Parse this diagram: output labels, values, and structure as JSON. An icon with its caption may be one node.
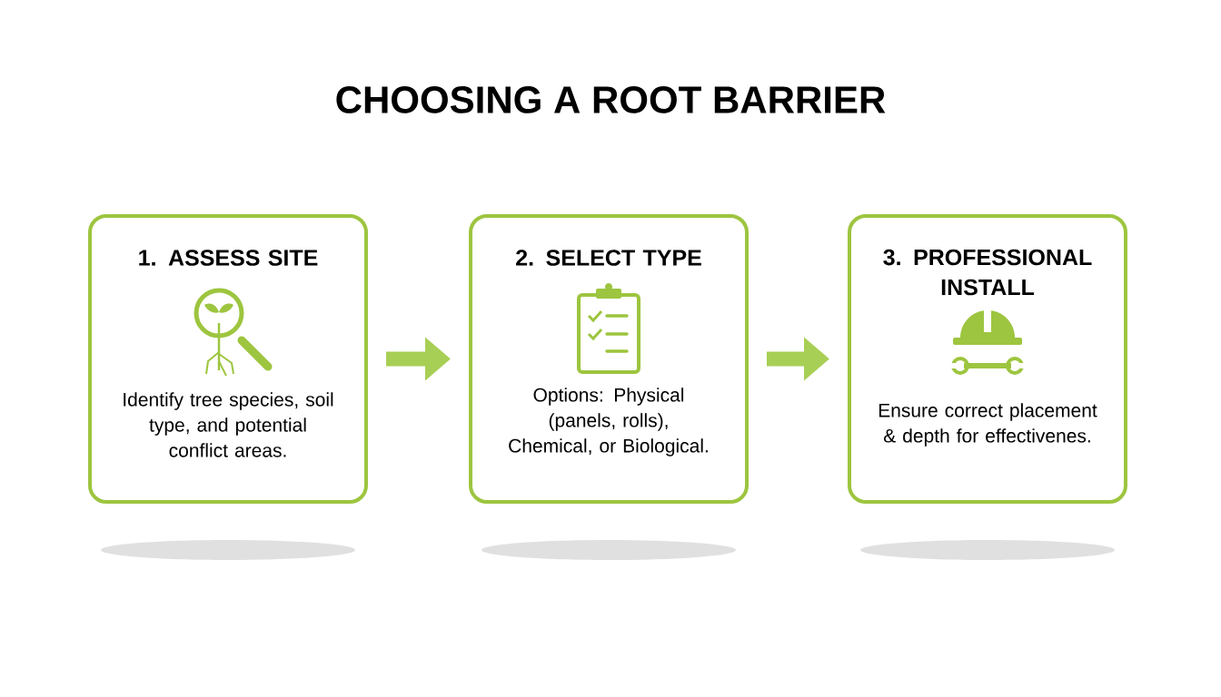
{
  "diagram": {
    "title": "CHOOSING A ROOT BARRIER",
    "nodes": [
      {
        "text": [
          "1. ASSESS SITE",
          "Identify tree species, soil type, and potential conflict areas."
        ]
      },
      {
        "text": [
          "2. SELECT TYPE",
          "Options: Physical (panels, rolls), Chemical, or Biological."
        ]
      },
      {
        "text": [
          "3. PROFESSIONAL INSTALL",
          "Ensure correct placement & depth for effectivenes."
        ]
      }
    ],
    "edges": [
      {
        "from": 0,
        "to": 1,
        "arrow": "to"
      },
      {
        "from": 1,
        "to": 2,
        "arrow": "to"
      }
    ]
  }
}
